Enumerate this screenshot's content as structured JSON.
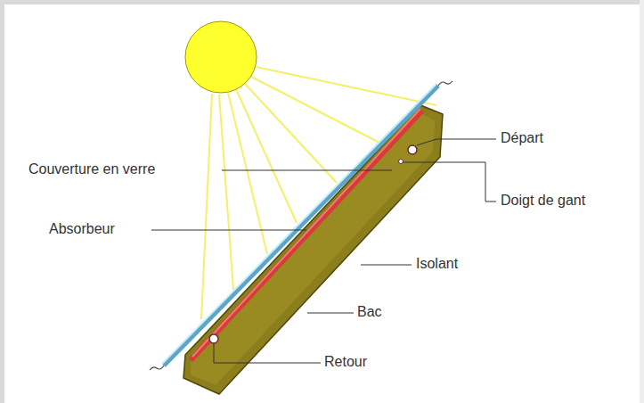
{
  "diagram": {
    "labels": [
      "Couverture en verre",
      "Absorbeur",
      "Départ",
      "Doigt de gant",
      "Isolant",
      "Bac",
      "Retour"
    ]
  }
}
